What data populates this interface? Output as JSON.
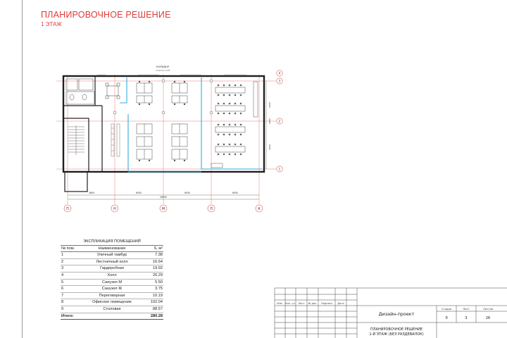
{
  "sheet": {
    "title": "ПЛАНИРОВОЧНОЕ РЕШЕНИЕ",
    "subtitle": "1 ЭТАЖ",
    "accent_color": "#e03a3a",
    "wall_color": "#1f1f1f",
    "partition_color": "#39a9e0"
  },
  "plan": {
    "corridor_label": "КОРИДОР",
    "corridor_sub": "отметка 0.00",
    "axes_rows": [
      "4",
      "3",
      "2",
      "1"
    ],
    "axes_cols": [
      "П",
      "Н",
      "М",
      "Л",
      "К"
    ],
    "dims_bottom": [
      "3600",
      "6000",
      "6000",
      "6000",
      "26000"
    ],
    "dims_right": [
      "6000",
      "3000",
      "6000"
    ]
  },
  "explication": {
    "caption": "ЭКСПЛИКАЦИЯ ПОМЕЩЕНИЙ",
    "headers": [
      "№ пом.",
      "Наименование",
      "S, м²"
    ],
    "rows": [
      [
        "1",
        "Уличный тамбур",
        "7.38"
      ],
      [
        "2",
        "Лестничный холл",
        "16.64"
      ],
      [
        "3",
        "Гардеробная",
        "19.92"
      ],
      [
        "4",
        "Холл",
        "26.29"
      ],
      [
        "5",
        "Санузел М",
        "5.50"
      ],
      [
        "6",
        "Санузел Ж",
        "3.75"
      ],
      [
        "7",
        "Переговорная",
        "10.19"
      ],
      [
        "8",
        "Офисное помещение",
        "102.04"
      ],
      [
        "9",
        "Столовая",
        "88.57"
      ]
    ],
    "total_label": "Итого:",
    "total_value": "280.28"
  },
  "stamp": {
    "cols": [
      "Изм.",
      "Кол. уч.",
      "Лист",
      "№ док.",
      "Подпись",
      "Дата"
    ],
    "project": "Дизайн-проект",
    "hdr_stage": "Стадия",
    "hdr_sheet": "Лист",
    "hdr_sheets": "Листов",
    "stage": "Э",
    "sheet_no": "3",
    "sheets_total": "26",
    "desc1": "ПЛАНИРОВОЧНОЕ РЕШЕНИЕ",
    "desc2": "1-Й ЭТАЖ (БЕЗ РАЗДЕВАЛОК)"
  }
}
